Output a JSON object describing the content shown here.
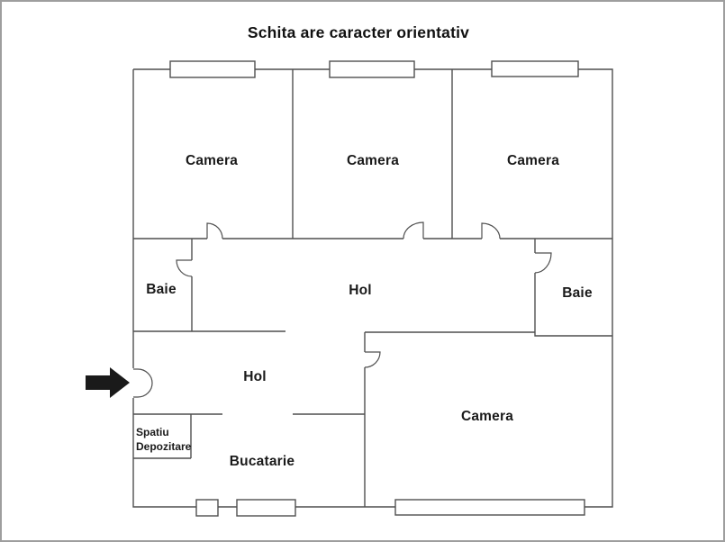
{
  "title": "Schita are caracter orientativ",
  "rooms": {
    "camera_top_left": {
      "label": "Camera"
    },
    "camera_top_middle": {
      "label": "Camera"
    },
    "camera_top_right": {
      "label": "Camera"
    },
    "baie_left": {
      "label": "Baie"
    },
    "baie_right": {
      "label": "Baie"
    },
    "hol_upper": {
      "label": "Hol"
    },
    "hol_lower": {
      "label": "Hol"
    },
    "storage": {
      "line1": "Spatiu",
      "line2": "Depozitare"
    },
    "kitchen": {
      "label": "Bucatarie"
    },
    "camera_bottom": {
      "label": "Camera"
    }
  },
  "icons": {
    "entrance_arrow": "arrow-right"
  },
  "colors": {
    "wall": "#4f4f4f",
    "text": "#1a1a1a",
    "arrow": "#1a1a1a",
    "canvas_border": "#9e9e9e",
    "background": "#ffffff"
  }
}
